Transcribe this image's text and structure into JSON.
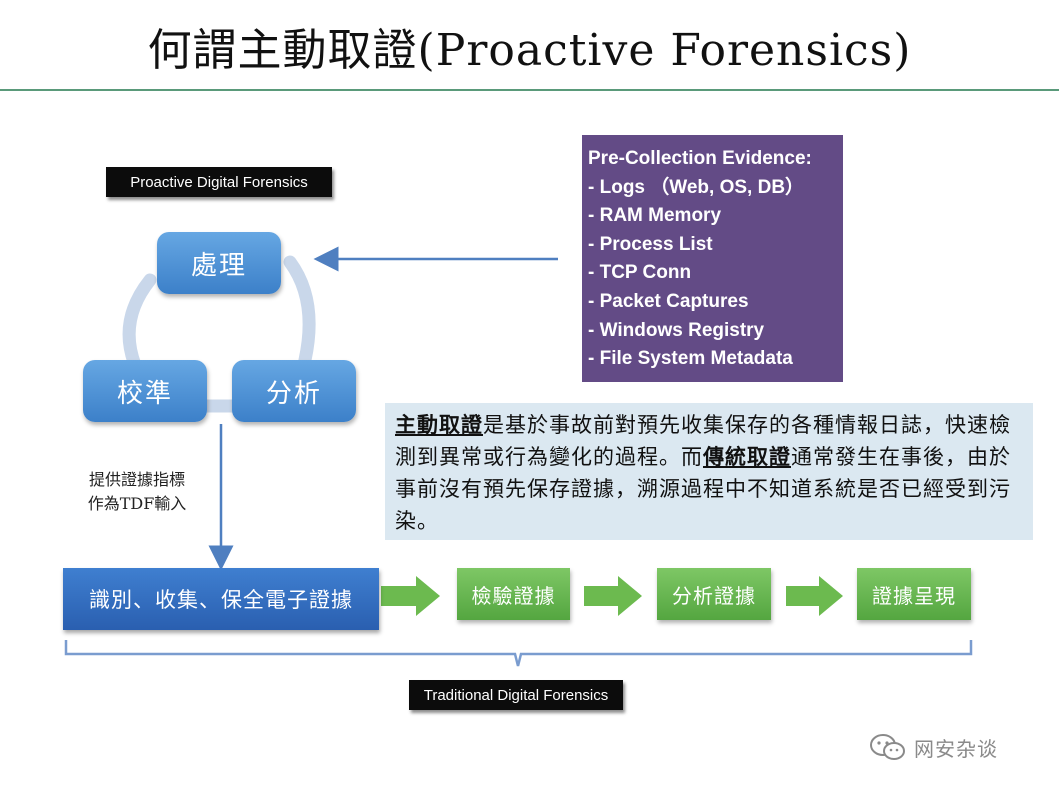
{
  "title": "何謂主動取證(Proactive Forensics)",
  "labels": {
    "proactive": "Proactive Digital Forensics",
    "traditional": "Traditional Digital Forensics"
  },
  "cycle": {
    "process": "處理",
    "calibrate": "校準",
    "analyze": "分析"
  },
  "evidence": {
    "heading": "Pre-Collection Evidence:",
    "items": [
      "- Logs （Web, OS, DB）",
      "- RAM Memory",
      "- Process List",
      "- TCP Conn",
      "- Packet Captures",
      "- Windows Registry",
      "- File System Metadata"
    ]
  },
  "description": {
    "term_proactive": "主動取證",
    "part1": "是基於事故前對預先收集保存的各種情報日誌，快速檢測到異常或行為變化的過程。而",
    "term_traditional": "傳統取證",
    "part2": "通常發生在事後，由於事前沒有預先保存證據，溯源過程中不知道系統是否已經受到污染。"
  },
  "side_note": {
    "line1": "提供證據指標",
    "line2": "作為TDF輸入"
  },
  "steps": {
    "identify": "識別、收集、保全電子證據",
    "inspect": "檢驗證據",
    "analyze": "分析證據",
    "present": "證據呈現"
  },
  "watermark": "网安杂谈",
  "colors": {
    "evidence_bg": "#634b86",
    "cycle_blue": "#4a8fd6",
    "step_blue": "#3569bf",
    "step_green": "#66b54c",
    "desc_bg": "#dbe8f1"
  }
}
